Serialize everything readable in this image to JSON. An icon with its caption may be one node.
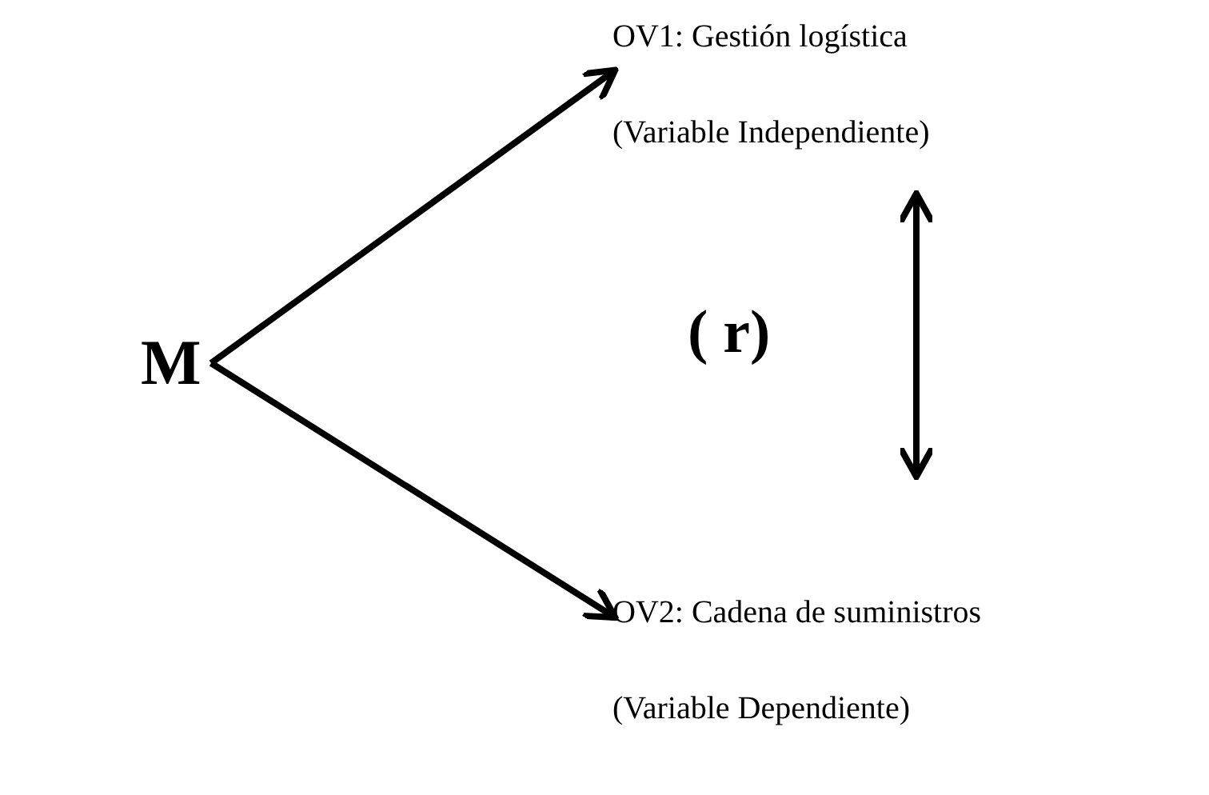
{
  "diagram": {
    "nodes": [
      {
        "text": [
          "M"
        ]
      },
      {
        "text": [
          "OV1: Gestión logística",
          "(Variable Independiente)"
        ]
      },
      {
        "text": [
          "OV2: Cadena de suministros",
          "(Variable Dependiente)"
        ]
      }
    ],
    "edges": [
      {
        "from": 0,
        "to": 1,
        "arrow": "to"
      },
      {
        "from": 0,
        "to": 2,
        "arrow": "to"
      },
      {
        "from": 1,
        "to": 2,
        "arrow": "both",
        "label": "( r)"
      }
    ]
  }
}
